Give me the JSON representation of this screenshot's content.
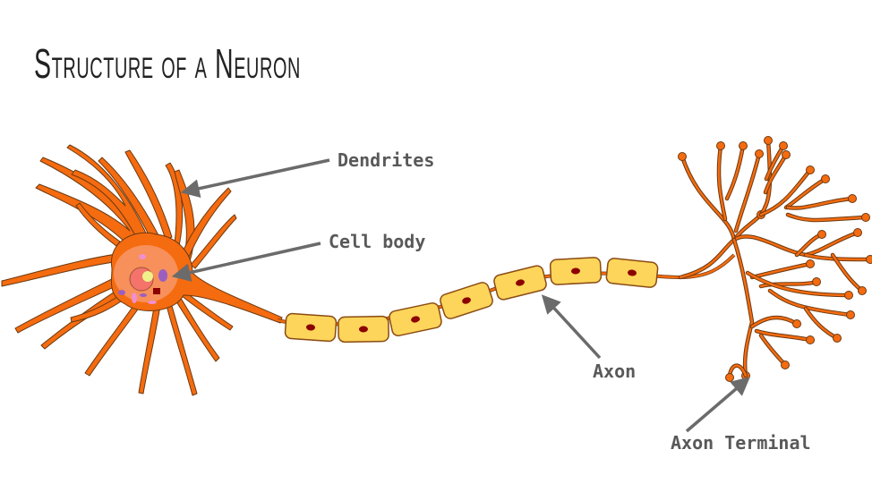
{
  "title": "Structure of a Neuron",
  "labels": {
    "dendrites": "Dendrites",
    "cell_body": "Cell body",
    "axon": "Axon",
    "axon_terminal": "Axon Terminal"
  },
  "colors": {
    "neuron_orange": "#f56b0f",
    "neuron_outline": "#6b3a12",
    "soma_fill": "#f7905a",
    "myelin_fill": "#fcd55a",
    "myelin_outline": "#8a4b14",
    "myelin_nucleus": "#8b0000",
    "nucleus": "#f4736a",
    "nucleolus": "#f0f08a",
    "arrow": "#6b6b6b",
    "label_text": "#595959"
  },
  "myelin_segment_count": 7
}
